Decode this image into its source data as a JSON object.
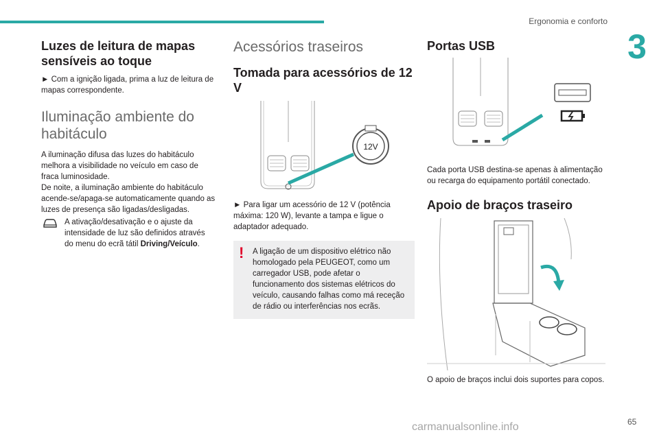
{
  "header": {
    "section": "Ergonomia e conforto",
    "chapter": "3"
  },
  "col1": {
    "h1": "Luzes de leitura de mapas sensíveis ao toque",
    "p1": "► Com a ignição ligada, prima a luz de leitura de mapas correspondente.",
    "h2": "Iluminação ambiente do habitáculo",
    "p2a": "A iluminação difusa das luzes do habitáculo melhora a visibilidade no veículo em caso de fraca luminosidade.",
    "p2b": "De noite, a iluminação ambiente do habitáculo acende-se/apaga-se automaticamente quando as luzes de presença são ligadas/desligadas.",
    "p3_pre": "A ativação/desativação e o ajuste da intensidade de luz são definidos através do menu do ecrã tátil ",
    "p3_bold": "Driving/Veículo",
    "p3_end": "."
  },
  "col2": {
    "h1": "Acessórios traseiros",
    "h2": "Tomada para acessórios de 12 V",
    "socket_label": "12V",
    "p1": "► Para ligar um acessório de 12 V (potência máxima: 120 W), levante a tampa e ligue o adaptador adequado.",
    "warning": "A ligação de um dispositivo elétrico não homologado pela PEUGEOT, como um carregador USB, pode afetar o funcionamento dos sistemas elétricos do veículo, causando falhas como má receção de rádio ou interferências nos ecrãs."
  },
  "col3": {
    "h1": "Portas USB",
    "p1": "Cada porta USB destina-se apenas à alimentação ou recarga do equipamento portátil conectado.",
    "h2": "Apoio de braços traseiro",
    "p2": "O apoio de braços inclui dois suportes para copos."
  },
  "footer": {
    "page": "65",
    "watermark": "carmanualsonline.info"
  },
  "colors": {
    "accent": "#2aa9a5",
    "warning": "#e0002a"
  },
  "icons": [
    "car-screen-icon",
    "warning-icon",
    "usb-port-icon",
    "battery-charge-icon",
    "rotate-arrow-icon"
  ]
}
